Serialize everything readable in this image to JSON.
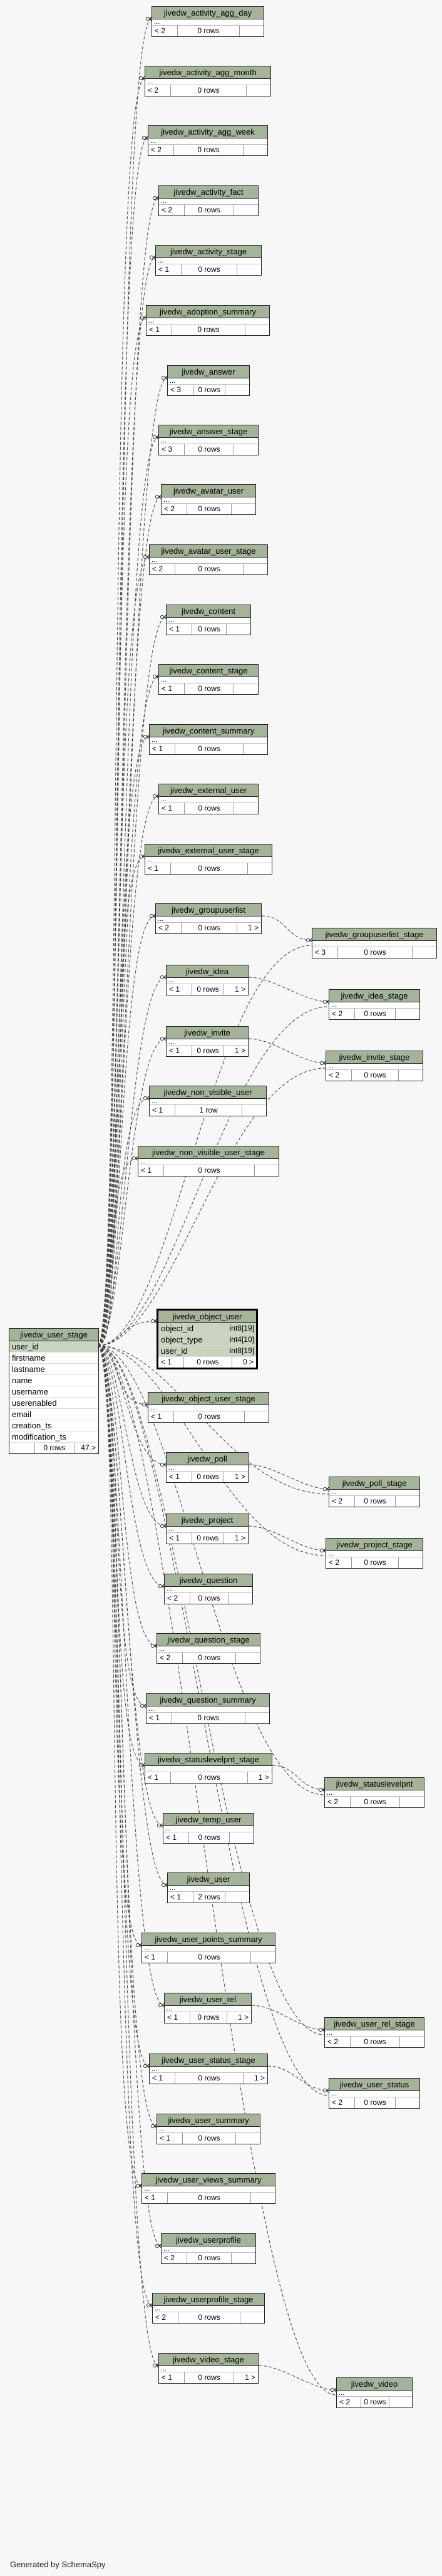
{
  "generated_by": "Generated by SchemaSpy",
  "center": {
    "name": "jivedw_user_stage",
    "columns": [
      "user_id",
      "firstname",
      "lastname",
      "name",
      "username",
      "userenabled",
      "email",
      "creation_ts",
      "modification_ts"
    ],
    "rows": "0 rows",
    "children": "47 >"
  },
  "focus": {
    "name": "jivedw_object_user",
    "columns": [
      {
        "name": "object_id",
        "type": "int8[19]"
      },
      {
        "name": "object_type",
        "type": "int4[10]"
      },
      {
        "name": "user_id",
        "type": "int8[19]"
      }
    ],
    "parents": "< 1",
    "rows": "0 rows",
    "children": "0 >"
  },
  "tables": [
    {
      "name": "jivedw_activity_agg_day",
      "parents": "< 2",
      "rows": "0 rows",
      "children": ""
    },
    {
      "name": "jivedw_activity_agg_month",
      "parents": "< 2",
      "rows": "0 rows",
      "children": ""
    },
    {
      "name": "jivedw_activity_agg_week",
      "parents": "< 2",
      "rows": "0 rows",
      "children": ""
    },
    {
      "name": "jivedw_activity_fact",
      "parents": "< 2",
      "rows": "0 rows",
      "children": ""
    },
    {
      "name": "jivedw_activity_stage",
      "parents": "< 1",
      "rows": "0 rows",
      "children": ""
    },
    {
      "name": "jivedw_adoption_summary",
      "parents": "< 1",
      "rows": "0 rows",
      "children": ""
    },
    {
      "name": "jivedw_answer",
      "parents": "< 3",
      "rows": "0 rows",
      "children": ""
    },
    {
      "name": "jivedw_answer_stage",
      "parents": "< 3",
      "rows": "0 rows",
      "children": ""
    },
    {
      "name": "jivedw_avatar_user",
      "parents": "< 2",
      "rows": "0 rows",
      "children": ""
    },
    {
      "name": "jivedw_avatar_user_stage",
      "parents": "< 2",
      "rows": "0 rows",
      "children": ""
    },
    {
      "name": "jivedw_content",
      "parents": "< 1",
      "rows": "0 rows",
      "children": ""
    },
    {
      "name": "jivedw_content_stage",
      "parents": "< 1",
      "rows": "0 rows",
      "children": ""
    },
    {
      "name": "jivedw_content_summary",
      "parents": "< 1",
      "rows": "0 rows",
      "children": ""
    },
    {
      "name": "jivedw_external_user",
      "parents": "< 1",
      "rows": "0 rows",
      "children": ""
    },
    {
      "name": "jivedw_external_user_stage",
      "parents": "< 1",
      "rows": "0 rows",
      "children": ""
    },
    {
      "name": "jivedw_groupuserlist",
      "parents": "< 2",
      "rows": "0 rows",
      "children": "1 >"
    },
    {
      "name": "jivedw_idea",
      "parents": "< 1",
      "rows": "0 rows",
      "children": "1 >"
    },
    {
      "name": "jivedw_invite",
      "parents": "< 1",
      "rows": "0 rows",
      "children": "1 >"
    },
    {
      "name": "jivedw_non_visible_user",
      "parents": "< 1",
      "rows": "1 row",
      "children": ""
    },
    {
      "name": "jivedw_non_visible_user_stage",
      "parents": "< 1",
      "rows": "0 rows",
      "children": ""
    },
    {
      "name": "jivedw_object_user_stage",
      "parents": "< 1",
      "rows": "0 rows",
      "children": ""
    },
    {
      "name": "jivedw_poll",
      "parents": "< 1",
      "rows": "0 rows",
      "children": "1 >"
    },
    {
      "name": "jivedw_project",
      "parents": "< 1",
      "rows": "0 rows",
      "children": "1 >"
    },
    {
      "name": "jivedw_question",
      "parents": "< 2",
      "rows": "0 rows",
      "children": ""
    },
    {
      "name": "jivedw_question_stage",
      "parents": "< 2",
      "rows": "0 rows",
      "children": ""
    },
    {
      "name": "jivedw_question_summary",
      "parents": "< 1",
      "rows": "0 rows",
      "children": ""
    },
    {
      "name": "jivedw_statuslevelpnt_stage",
      "parents": "< 1",
      "rows": "0 rows",
      "children": "1 >"
    },
    {
      "name": "jivedw_temp_user",
      "parents": "< 1",
      "rows": "0 rows",
      "children": ""
    },
    {
      "name": "jivedw_user",
      "parents": "< 1",
      "rows": "2 rows",
      "children": ""
    },
    {
      "name": "jivedw_user_points_summary",
      "parents": "< 1",
      "rows": "0 rows",
      "children": ""
    },
    {
      "name": "jivedw_user_rel",
      "parents": "< 1",
      "rows": "0 rows",
      "children": "1 >"
    },
    {
      "name": "jivedw_user_status_stage",
      "parents": "< 1",
      "rows": "0 rows",
      "children": "1 >"
    },
    {
      "name": "jivedw_user_summary",
      "parents": "< 1",
      "rows": "0 rows",
      "children": ""
    },
    {
      "name": "jivedw_user_views_summary",
      "parents": "< 1",
      "rows": "0 rows",
      "children": ""
    },
    {
      "name": "jivedw_userprofile",
      "parents": "< 2",
      "rows": "0 rows",
      "children": ""
    },
    {
      "name": "jivedw_userprofile_stage",
      "parents": "< 2",
      "rows": "0 rows",
      "children": ""
    },
    {
      "name": "jivedw_video_stage",
      "parents": "< 1",
      "rows": "0 rows",
      "children": "1 >"
    },
    {
      "name": "jivedw_groupuserlist_stage",
      "parents": "< 3",
      "rows": "0 rows",
      "children": ""
    },
    {
      "name": "jivedw_idea_stage",
      "parents": "< 2",
      "rows": "0 rows",
      "children": ""
    },
    {
      "name": "jivedw_invite_stage",
      "parents": "< 2",
      "rows": "0 rows",
      "children": ""
    },
    {
      "name": "jivedw_poll_stage",
      "parents": "< 2",
      "rows": "0 rows",
      "children": ""
    },
    {
      "name": "jivedw_project_stage",
      "parents": "< 2",
      "rows": "0 rows",
      "children": ""
    },
    {
      "name": "jivedw_statuslevelpnt",
      "parents": "< 2",
      "rows": "0 rows",
      "children": ""
    },
    {
      "name": "jivedw_user_rel_stage",
      "parents": "< 2",
      "rows": "0 rows",
      "children": ""
    },
    {
      "name": "jivedw_user_status",
      "parents": "< 2",
      "rows": "0 rows",
      "children": ""
    },
    {
      "name": "jivedw_video",
      "parents": "< 2",
      "rows": "0 rows",
      "children": ""
    }
  ],
  "links": [
    [
      "jivedw_groupuserlist",
      "jivedw_groupuserlist_stage"
    ],
    [
      "jivedw_idea",
      "jivedw_idea_stage"
    ],
    [
      "jivedw_invite",
      "jivedw_invite_stage"
    ],
    [
      "jivedw_poll",
      "jivedw_poll_stage"
    ],
    [
      "jivedw_project",
      "jivedw_project_stage"
    ],
    [
      "jivedw_statuslevelpnt_stage",
      "jivedw_statuslevelpnt"
    ],
    [
      "jivedw_user_rel",
      "jivedw_user_rel_stage"
    ],
    [
      "jivedw_user_status_stage",
      "jivedw_user_status"
    ],
    [
      "jivedw_video_stage",
      "jivedw_video"
    ]
  ],
  "colors": {
    "header": "#a4b399",
    "pk_row": "#c9d3bf",
    "background": "#f7f7f7",
    "edge": "#444444"
  }
}
